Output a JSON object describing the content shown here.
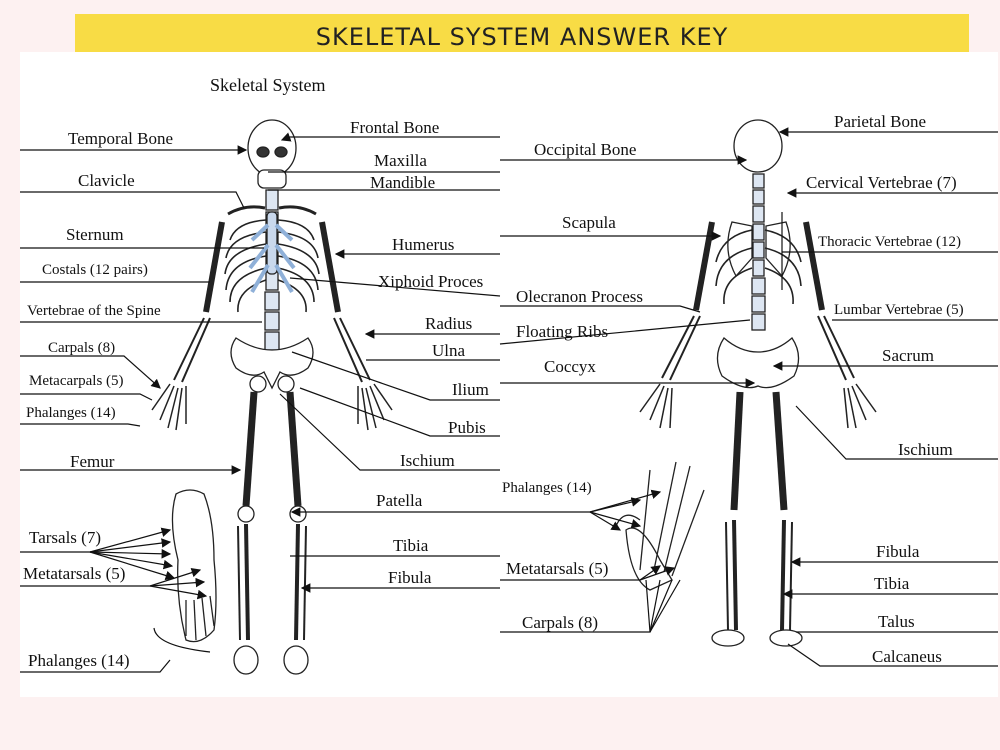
{
  "banner": "SKELETAL SYSTEM ANSWER KEY",
  "subtitle": "Skeletal System",
  "labels": {
    "temporal_bone": "Temporal Bone",
    "frontal_bone": "Frontal Bone",
    "maxilla": "Maxilla",
    "mandible": "Mandible",
    "clavicle": "Clavicle",
    "sternum": "Sternum",
    "humerus": "Humerus",
    "costals": "Costals (12 pairs)",
    "xiphoid": "Xiphoid Proces",
    "vertebrae_spine": "Vertebrae of the Spine",
    "radius": "Radius",
    "ulna": "Ulna",
    "carpals_front": "Carpals (8)",
    "metacarpals": "Metacarpals (5)",
    "ilium": "Ilium",
    "phalanges_hand": "Phalanges (14)",
    "pubis": "Pubis",
    "femur": "Femur",
    "ischium_front": "Ischium",
    "patella": "Patella",
    "tarsals": "Tarsals (7)",
    "tibia_front": "Tibia",
    "metatarsals_foot": "Metatarsals (5)",
    "fibula_front": "Fibula",
    "phalanges_foot": "Phalanges (14)",
    "occipital": "Occipital Bone",
    "scapula": "Scapula",
    "olecranon": "Olecranon Process",
    "floating_ribs": "Floating Ribs",
    "coccyx": "Coccyx",
    "phalanges_mid": "Phalanges (14)",
    "metatarsals_mid": "Metatarsals (5)",
    "carpals_mid": "Carpals (8)",
    "parietal": "Parietal Bone",
    "cervical": "Cervical Vertebrae (7)",
    "thoracic": "Thoracic Vertebrae (12)",
    "lumbar": "Lumbar Vertebrae (5)",
    "sacrum": "Sacrum",
    "ischium_back": "Ischium",
    "fibula_back": "Fibula",
    "tibia_back": "Tibia",
    "talus": "Talus",
    "calcaneus": "Calcaneus"
  }
}
